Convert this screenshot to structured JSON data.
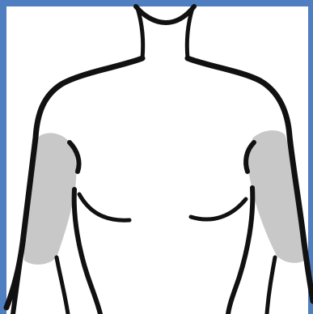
{
  "diagram": {
    "subject": "upper-body-injection-sites",
    "colors": {
      "frame": "#4f7fc0",
      "outline": "#111111",
      "highlight": "#c8c8c8",
      "body_fill": "#ffffff"
    },
    "highlighted_regions": [
      "right-upper-arm",
      "left-upper-arm"
    ]
  }
}
